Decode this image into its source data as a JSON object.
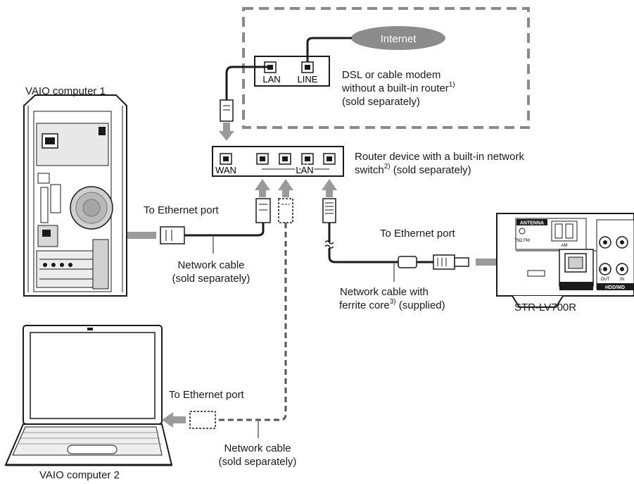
{
  "internet": {
    "label": "Internet"
  },
  "modem": {
    "port_lan": "LAN",
    "port_line": "LINE",
    "desc_line1": "DSL or cable modem",
    "desc_line2_text": "without a built-in router",
    "desc_line2_sup": "1)",
    "desc_line3": "(sold separately)"
  },
  "router": {
    "port_wan": "WAN",
    "port_lan": "LAN",
    "desc_line1": "Router device with a built-in network",
    "desc_line2_text": "switch",
    "desc_line2_sup": "2)",
    "desc_line2_rest": " (sold separately)"
  },
  "computer1": {
    "label": "VAIO computer 1"
  },
  "computer2": {
    "label": "VAIO computer 2"
  },
  "ethernet_labels": {
    "computer1": "To Ethernet port",
    "receiver": "To Ethernet port",
    "computer2": "To Ethernet port"
  },
  "cable1": {
    "line1": "Network cable",
    "line2": "(sold separately)"
  },
  "cable2": {
    "line1": "Network cable",
    "line2": "(sold separately)"
  },
  "ferrite_cable": {
    "line1": "Network cable with",
    "line2_text": "ferrite core",
    "line2_sup": "3)",
    "line2_rest": " (supplied)"
  },
  "receiver": {
    "label": "STR-LV700R",
    "panel_antenna": "ANTENNA",
    "panel_fm": "75Ω FM",
    "panel_am": "AM",
    "panel_hddmd": "HDD/MD",
    "panel_out": "OUT",
    "panel_in": "IN",
    "panel_l": "L",
    "panel_r": "R"
  },
  "colors": {
    "arrow": "#9a9a9a",
    "dash_box": "#8a8a8a",
    "cable": "#1a1a1a",
    "internet_fill": "#8c8c8c"
  }
}
